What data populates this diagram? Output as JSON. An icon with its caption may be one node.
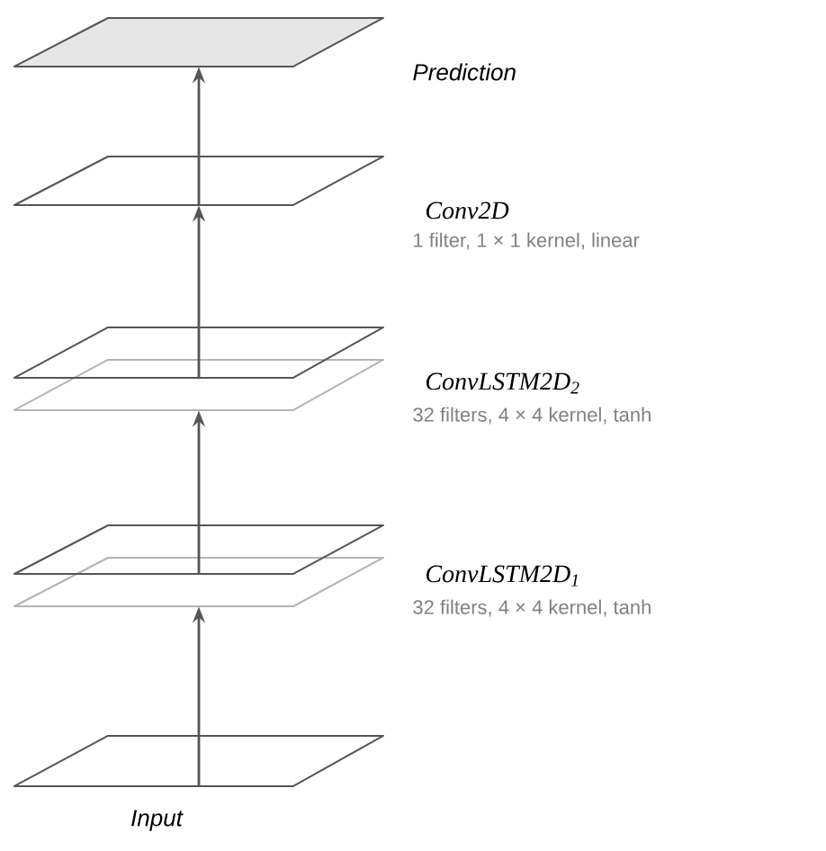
{
  "diagram": {
    "nodes": [
      {
        "text": [],
        "shape": "plane",
        "beside": [
          "Input"
        ]
      },
      {
        "text": [],
        "shape": "plane",
        "beside": [
          "ConvLSTM2D$_{1}$",
          "32 filters, 4 × 4 kernel, tanh"
        ]
      },
      {
        "text": [],
        "shape": "plane",
        "beside": [
          "ConvLSTM2D$_{2}$",
          "32 filters, 4 × 4 kernel, tanh"
        ]
      },
      {
        "text": [],
        "shape": "plane",
        "beside": [
          "Conv2D",
          "1 filter, 1 × 1 kernel, linear"
        ]
      },
      {
        "text": [],
        "shape": "plane",
        "beside": [
          "Prediction"
        ]
      }
    ],
    "edges": [
      {
        "from": 0,
        "to": 1,
        "arrow": "to"
      },
      {
        "from": 1,
        "to": 2,
        "arrow": "to"
      },
      {
        "from": 2,
        "to": 3,
        "arrow": "to"
      },
      {
        "from": 3,
        "to": 4,
        "arrow": "to"
      }
    ]
  }
}
